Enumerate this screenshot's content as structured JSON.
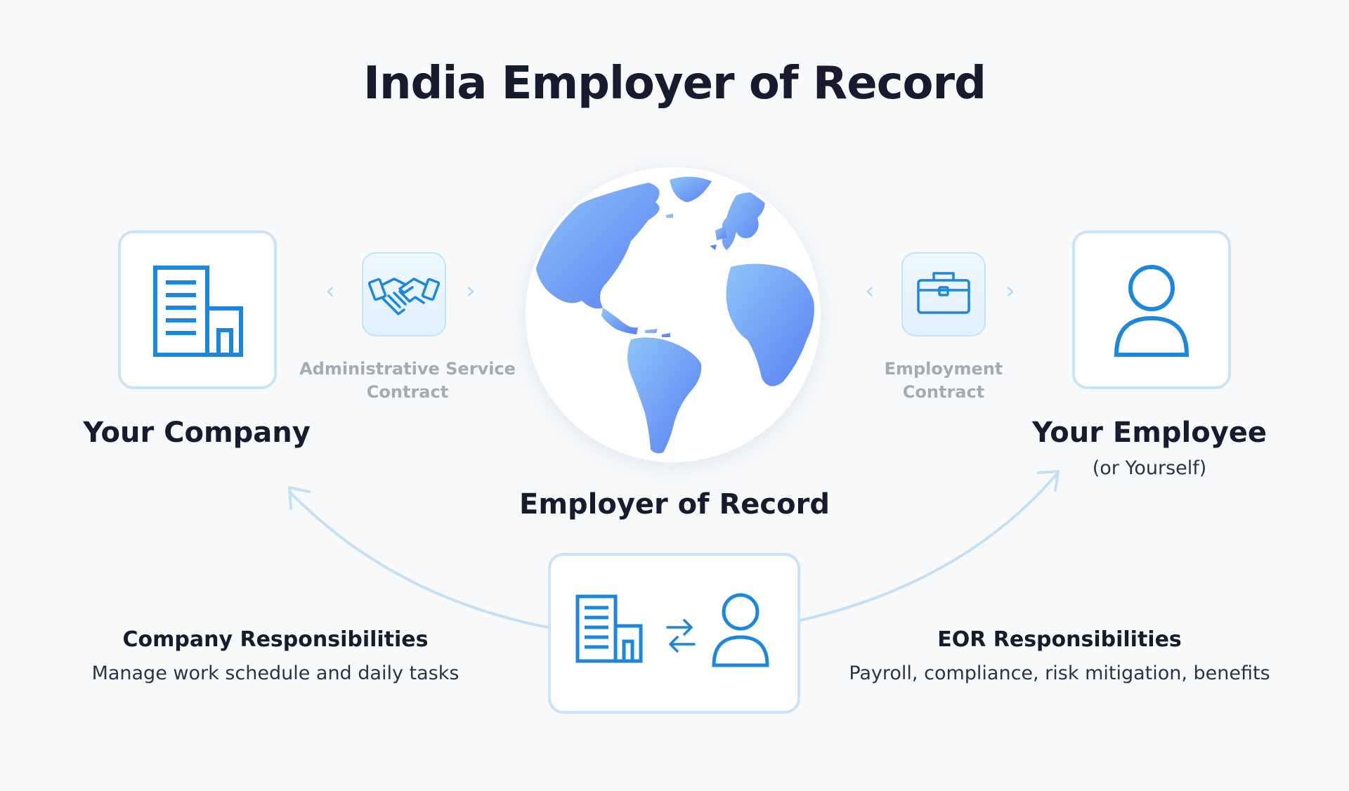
{
  "title": "India Employer of Record",
  "your_company": {
    "label": "Your Company",
    "icon": "office-building-icon"
  },
  "service_contract": {
    "label_line1": "Administrative Service",
    "label_line2": "Contract",
    "icon": "handshake-icon"
  },
  "eor_node": {
    "label": "Employer of Record",
    "icon": "globe-icon"
  },
  "employment_contract": {
    "label_line1": "Employment",
    "label_line2": "Contract",
    "icon": "briefcase-icon"
  },
  "your_employee": {
    "label": "Your Employee",
    "sublabel": "(or Yourself)",
    "icon": "person-icon"
  },
  "company_responsibilities": {
    "title": "Company Responsibilities",
    "description": "Manage work schedule and daily tasks"
  },
  "eor_responsibilities": {
    "title": "EOR Responsibilities",
    "description": "Payroll, compliance, risk mitigation, benefits"
  },
  "relationship_icons": [
    "office-building-icon",
    "exchange-arrows-icon",
    "person-icon"
  ],
  "chevrons": {
    "left": "‹",
    "right": "›"
  },
  "colors": {
    "primary_blue": "#1c87dc",
    "card_border": "#c9e3f7",
    "arc": "#c3e0f7",
    "title": "#161b2e",
    "muted_label": "#a5aab3",
    "background": "#f8f9fa"
  }
}
